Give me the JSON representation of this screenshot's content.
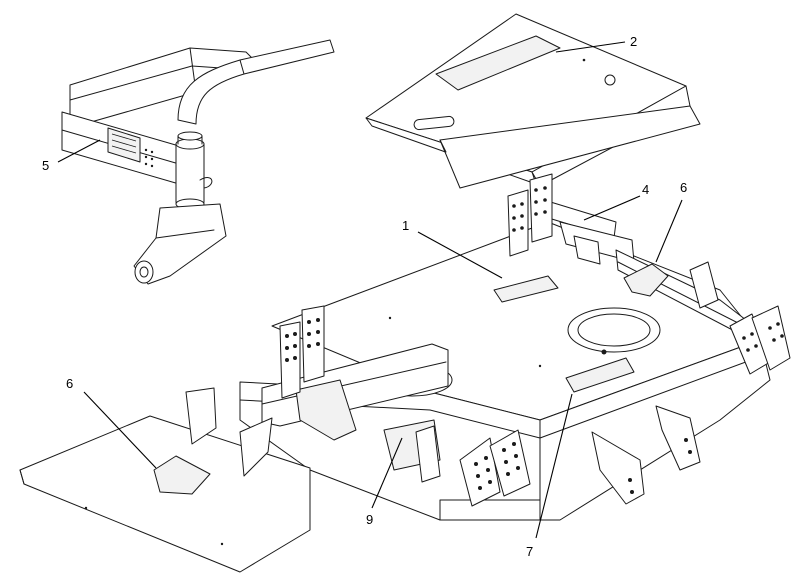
{
  "diagram": {
    "callouts": [
      {
        "id": "c1",
        "label": "1"
      },
      {
        "id": "c2",
        "label": "2"
      },
      {
        "id": "c4",
        "label": "4"
      },
      {
        "id": "c5",
        "label": "5"
      },
      {
        "id": "c6a",
        "label": "6"
      },
      {
        "id": "c6b",
        "label": "6"
      },
      {
        "id": "c7",
        "label": "7"
      },
      {
        "id": "c9",
        "label": "9"
      }
    ]
  }
}
